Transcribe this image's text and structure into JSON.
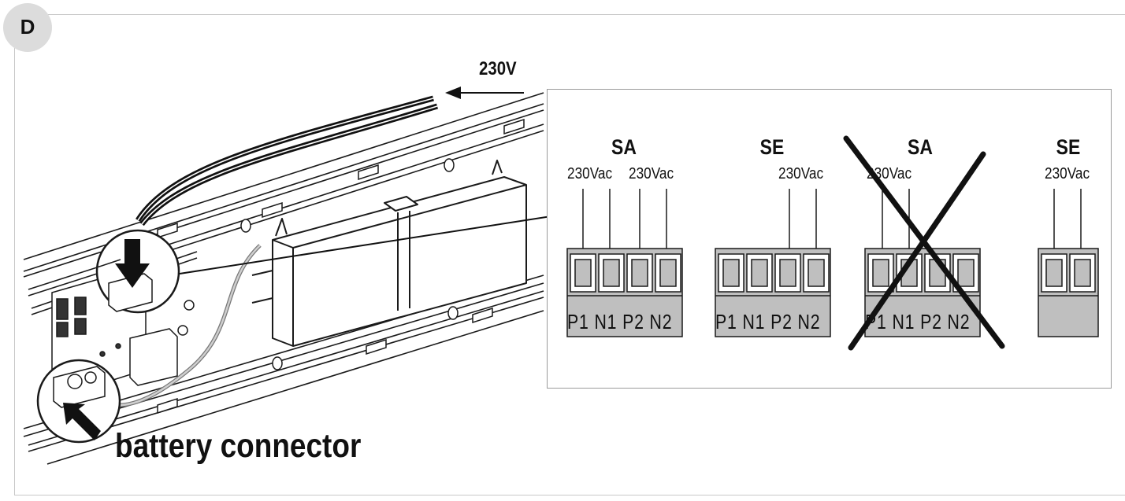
{
  "badge": {
    "letter": "D"
  },
  "supply_label": "230V",
  "battery_label": "battery connector",
  "inset": {
    "blocks": [
      {
        "title": "SA",
        "vac_labels": [
          "230Vac",
          "230Vac"
        ],
        "terminals": "P1 N1 P2 N2",
        "crossed": false
      },
      {
        "title": "SE",
        "vac_labels": [
          "230Vac"
        ],
        "terminals": "P1 N1 P2 N2",
        "crossed": false
      },
      {
        "title": "SA",
        "vac_labels": [
          "230Vac"
        ],
        "terminals": "P1 N1 P2 N2",
        "crossed": true
      },
      {
        "title": "SE",
        "vac_labels": [
          "230Vac"
        ],
        "terminals": "",
        "crossed": false
      }
    ]
  },
  "colors": {
    "line": "#1a1a1a",
    "block_fill": "#bfbfbf",
    "badge": "#dcdcdc",
    "cross": "#111111"
  }
}
